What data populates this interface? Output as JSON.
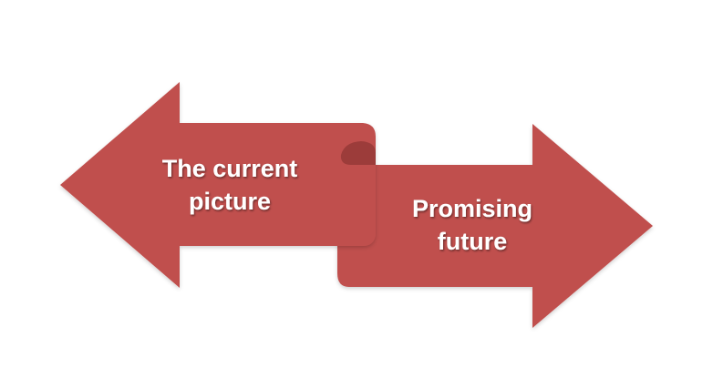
{
  "diagram": {
    "left_arrow": {
      "label_line1": "The current",
      "label_line2": "picture"
    },
    "right_arrow": {
      "label_line1": "Promising",
      "label_line2": "future"
    },
    "colors": {
      "arrow_fill": "#c0504d",
      "fold_shadow": "#9c3c3a",
      "text": "#ffffff"
    }
  }
}
